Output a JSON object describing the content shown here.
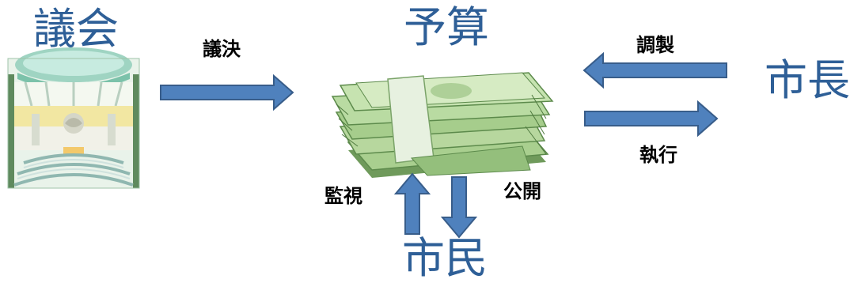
{
  "diagram": {
    "nodes": {
      "assembly": "議会",
      "budget": "予算",
      "mayor": "市長",
      "citizens": "市民"
    },
    "edges": {
      "resolution": "議決",
      "preparation": "調製",
      "execution": "執行",
      "monitoring": "監視",
      "disclosure": "公開"
    },
    "colors": {
      "node_text": "#2e5f97",
      "arrow_fill": "#4f81bd",
      "arrow_stroke": "#385d8a"
    },
    "icons": {
      "assembly": "parliament-chamber-icon",
      "budget": "money-stack-icon"
    }
  }
}
